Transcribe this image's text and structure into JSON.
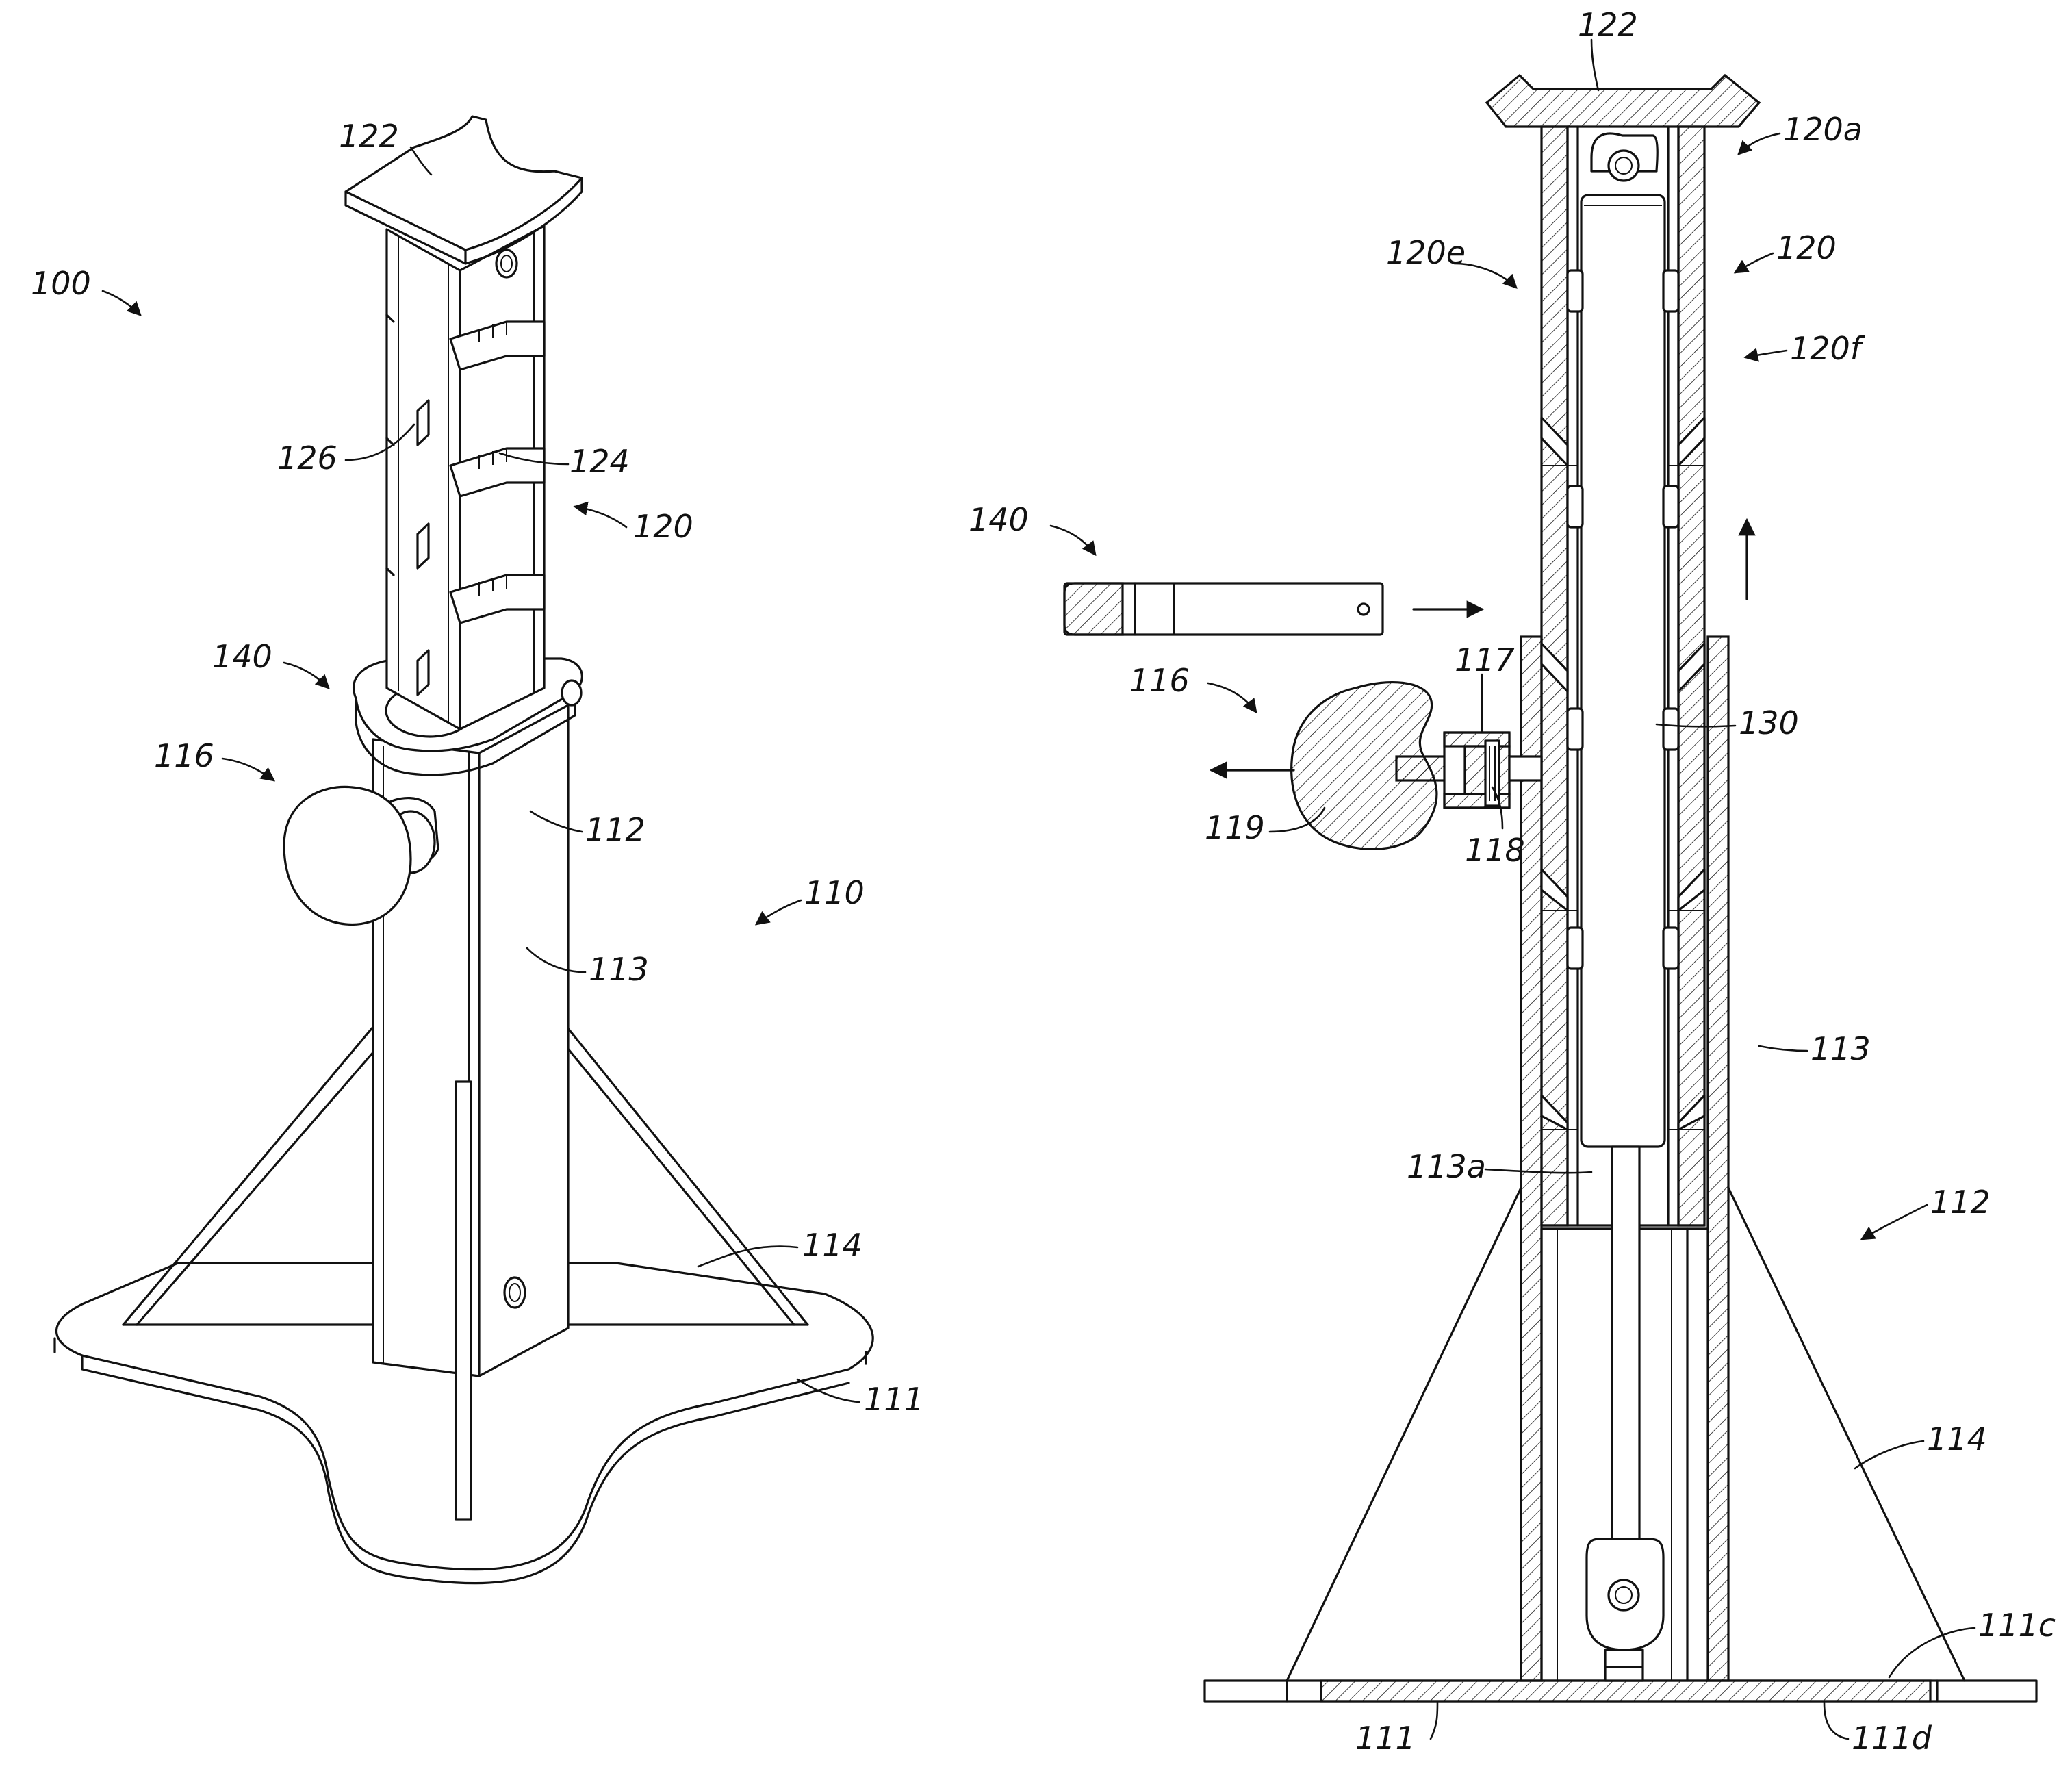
{
  "labels": {
    "l100": "100",
    "l122a": "122",
    "l126": "126",
    "l124": "124",
    "l120a": "120",
    "l140a": "140",
    "l116a": "116",
    "l112a": "112",
    "l110": "110",
    "l113a": "113",
    "l114a": "114",
    "l111a": "111",
    "l122b": "122",
    "l120a_sec": "120a",
    "l120e": "120e",
    "l120b": "120",
    "l120f": "120f",
    "l140b": "140",
    "l116b": "116",
    "l117": "117",
    "l130": "130",
    "l119": "119",
    "l118": "118",
    "l113b": "113",
    "l113a_sec": "113a",
    "l112b": "112",
    "l114b": "114",
    "l111c": "111c",
    "l111b": "111",
    "l111d": "111d"
  }
}
